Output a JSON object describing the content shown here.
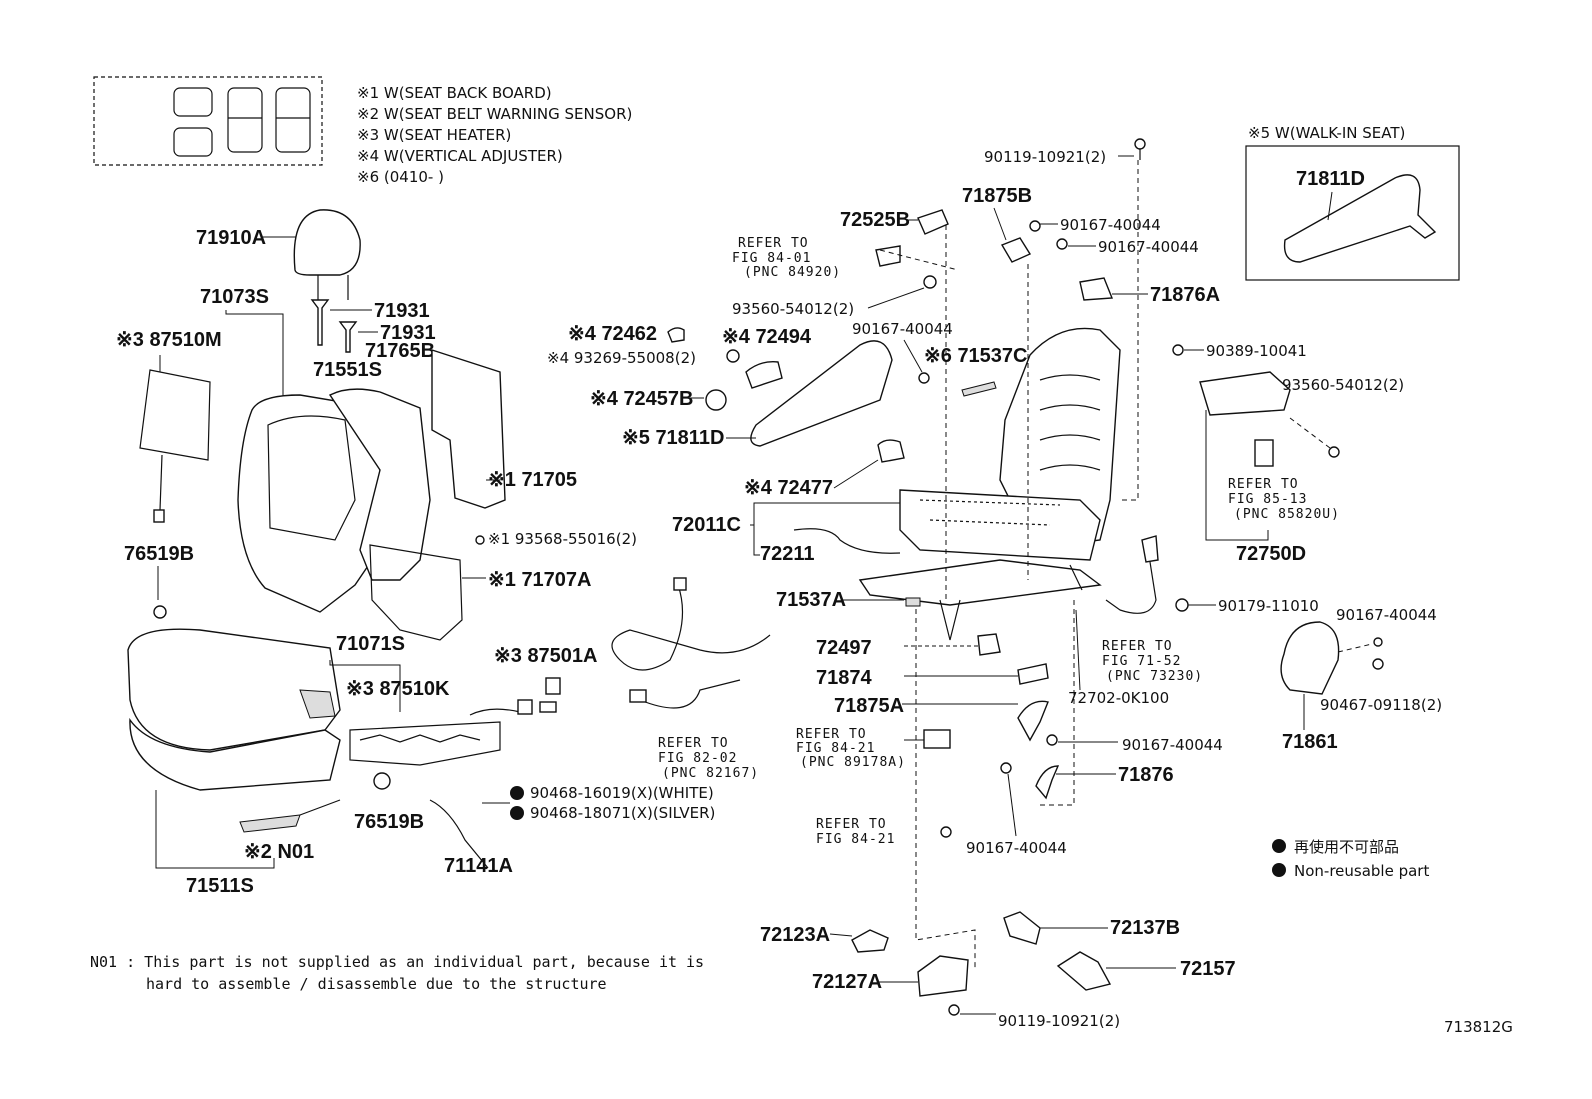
{
  "legend": {
    "notes": [
      "※1 W(SEAT BACK BOARD)",
      "※2 W(SEAT BELT WARNING SENSOR)",
      "※3 W(SEAT HEATER)",
      "※4 W(VERTICAL ADJUSTER)",
      "※6 (0410-     )"
    ],
    "walkin_title": "※5 W(WALK-IN SEAT)"
  },
  "labels": {
    "p71910A": "71910A",
    "p71073S": "71073S",
    "p87510M": "※3 87510M",
    "p71931a": "71931",
    "p71931b": "71931",
    "p71765B": "71765B",
    "p71551S": "71551S",
    "p71705": "※1 71705",
    "p93568": "※1 93568-55016(2)",
    "p71707A": "※1 71707A",
    "p76519Ba": "76519B",
    "p71071S": "71071S",
    "p87510K": "※3 87510K",
    "p87501A": "※3 87501A",
    "p76519Bb": "76519B",
    "p71141A": "71141A",
    "p90468a": "90468-16019(X)(WHITE)",
    "p90468b": "90468-18071(X)(SILVER)",
    "pN01": "※2 N01",
    "p71511S": "71511S",
    "p72462": "※4 72462",
    "p72494": "※4 72494",
    "p93269": "※4 93269-55008(2)",
    "p72457B": "※4 72457B",
    "p71811Da": "※5 71811D",
    "p72477": "※4 72477",
    "p72011C": "72011C",
    "p72211": "72211",
    "p72525B": "72525B",
    "p93560a": "93560-54012(2)",
    "p90167a": "90167-40044",
    "p71537C": "※6 71537C",
    "p71875B": "71875B",
    "p90167b": "90167-40044",
    "p90167c": "90167-40044",
    "p71876A": "71876A",
    "p90119a": "90119-10921(2)",
    "p71811Db": "71811D",
    "p90389": "90389-10041",
    "p93560b": "93560-54012(2)",
    "p72750D": "72750D",
    "p90179": "90179-11010",
    "p90167d": "90167-40044",
    "p90467": "90467-09118(2)",
    "p71861": "71861",
    "p72702": "72702-0K100",
    "p71537A": "71537A",
    "p72497": "72497",
    "p71874": "71874",
    "p71875A": "71875A",
    "p90167e": "90167-40044",
    "p71876": "71876",
    "p90167f": "90167-40044",
    "p72123A": "72123A",
    "p72127A": "72127A",
    "p72137B": "72137B",
    "p72157": "72157",
    "p90119b": "90119-10921(2)"
  },
  "refs": {
    "r8401": [
      "REFER TO",
      "FIG 84-01",
      "(PNC 84920)"
    ],
    "r8202": [
      "REFER TO",
      "FIG 82-02",
      "(PNC 82167)"
    ],
    "r8421a": [
      "REFER TO",
      "FIG 84-21",
      "(PNC 89178A)"
    ],
    "r8421b": [
      "REFER TO",
      "FIG 84-21"
    ],
    "r8513": [
      "REFER TO",
      "FIG 85-13",
      "(PNC 85820U)"
    ],
    "r7152": [
      "REFER TO",
      "FIG 71-52",
      "(PNC 73230)"
    ]
  },
  "key": {
    "ja": "再使用不可部品",
    "en": "Non-reusable part"
  },
  "footnote": {
    "line1": "N01 : This part is not supplied as an individual part, because it is",
    "line2": "hard to assemble / disassemble due to the structure"
  },
  "figure_id": "713812G"
}
